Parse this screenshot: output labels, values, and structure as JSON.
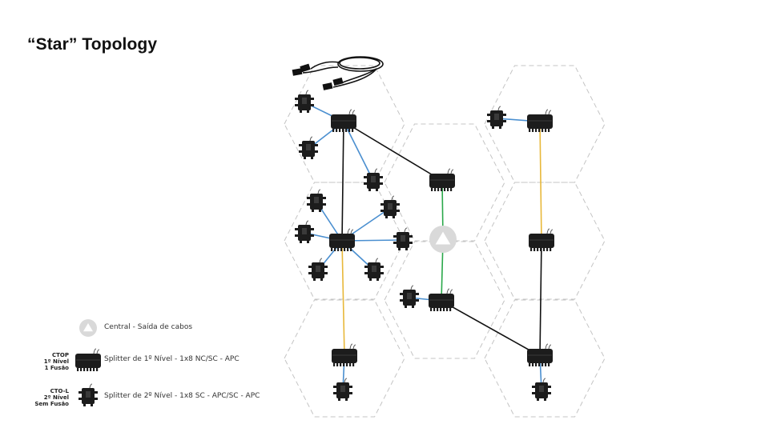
{
  "title": "“Star” Topology",
  "legend": {
    "central": {
      "label": "Central - Saída de cabos",
      "icon": "central-office-triangle-icon",
      "color": "#d9d9d9"
    },
    "ctop": {
      "code_lines": [
        "CTOP",
        "1º Nível",
        "1 Fusão"
      ],
      "label": "Splitter de 1º Nível - 1x8 NC/SC - APC",
      "icon": "ctop-splitter-box-icon"
    },
    "ctol": {
      "code_lines": [
        "CTO-L",
        "2º Nível",
        "Sem Fusão"
      ],
      "label": "Splitter de 2º Nível - 1x8 SC - APC/SC - APC",
      "icon": "cto-l-splitter-box-icon"
    }
  },
  "link_colors": {
    "feeder_black": "#111111",
    "trunk_green": "#2aa84a",
    "distribution_yellow": "#e8b83a",
    "drop_blue": "#4a8fd0"
  },
  "hex_grid_color": "#c4c4c4",
  "device_color": "#1c1c1c"
}
